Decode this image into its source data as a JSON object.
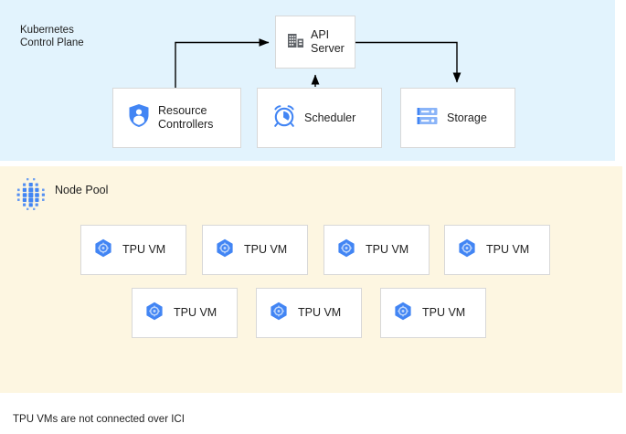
{
  "diagram": {
    "footnote": "TPU VMs are not connected over ICI",
    "colors": {
      "control_plane_background": "#e2f3fd",
      "node_pool_background": "#fdf6e1",
      "accent_blue": "#4285f4",
      "icon_gray": "#5f6368",
      "card_border": "#d8d8d8",
      "connector": "#000000"
    }
  },
  "control_plane": {
    "title": "Kubernetes\nControl Plane",
    "nodes": {
      "api_server": {
        "label": "API\nServer",
        "icon": "office-building-icon"
      },
      "resource_controllers": {
        "label": "Resource\nControllers",
        "icon": "shield-person-icon"
      },
      "scheduler": {
        "label": "Scheduler",
        "icon": "alarm-clock-icon"
      },
      "storage": {
        "label": "Storage",
        "icon": "server-rack-icon"
      }
    },
    "connections": [
      {
        "from": "resource_controllers",
        "to": "api_server",
        "direction": "to-api-server"
      },
      {
        "from": "scheduler",
        "to": "api_server",
        "direction": "to-api-server"
      },
      {
        "from": "api_server",
        "to": "storage",
        "direction": "to-storage"
      }
    ]
  },
  "node_pool": {
    "title": "Node Pool",
    "icon": "dot-matrix-icon",
    "rows": [
      [
        {
          "label": "TPU VM",
          "icon": "tpu-hexagon-icon"
        },
        {
          "label": "TPU VM",
          "icon": "tpu-hexagon-icon"
        },
        {
          "label": "TPU VM",
          "icon": "tpu-hexagon-icon"
        },
        {
          "label": "TPU VM",
          "icon": "tpu-hexagon-icon"
        }
      ],
      [
        {
          "label": "TPU VM",
          "icon": "tpu-hexagon-icon"
        },
        {
          "label": "TPU VM",
          "icon": "tpu-hexagon-icon"
        },
        {
          "label": "TPU VM",
          "icon": "tpu-hexagon-icon"
        }
      ]
    ]
  }
}
